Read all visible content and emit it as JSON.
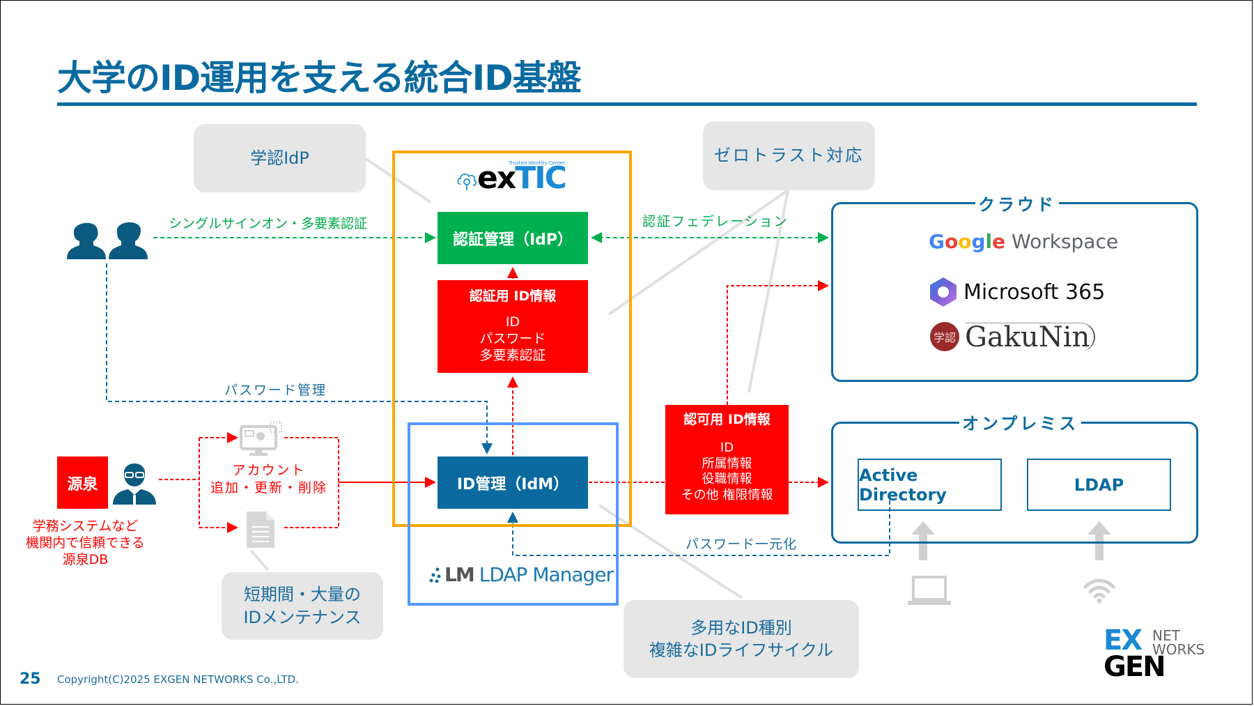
{
  "slide": {
    "title": "大学のID運用を支える統合ID基盤",
    "page_number": "25",
    "copyright": "Copyright(C)2025 EXGEN NETWORKS Co.,LTD."
  },
  "callouts": {
    "gakunin_idp": "学認IdP",
    "zero_trust": "ゼロトラスト対応",
    "bulk_maintenance": [
      "短期間・大量の",
      "IDメンテナンス"
    ],
    "id_lifecycle": [
      "多用なID種別",
      "複雑なIDライフサイクル"
    ]
  },
  "extic": {
    "logo_text_black": "ex",
    "logo_text_blue": "TIC",
    "tagline": "Trusted Identity Center"
  },
  "ldap_manager": {
    "logo_mark": "LM",
    "logo_text": "LDAP Manager"
  },
  "boxes": {
    "idp": "認証管理（IdP）",
    "auth_id": {
      "heading": "認証用 ID情報",
      "lines": [
        "ID",
        "パスワード",
        "多要素認証"
      ]
    },
    "idm": "ID管理（IdM）",
    "authz_id": {
      "heading": "認可用 ID情報",
      "lines": [
        "ID",
        "所属情報",
        "役職情報",
        "その他 権限情報"
      ]
    },
    "source": "源泉"
  },
  "flow_labels": {
    "sso_mfa": "シングルサインオン・多要素認証",
    "federation": "認証フェデレーション",
    "password_mgmt": "パスワード管理",
    "account_ops": [
      "アカウント",
      "追加・更新・削除"
    ],
    "password_sync": "パスワード一元化"
  },
  "source_note": [
    "学務システムなど",
    "機関内で信頼できる",
    "源泉DB"
  ],
  "cloud": {
    "label": "クラウド",
    "services": {
      "google": {
        "brand": "Google",
        "product": "Workspace"
      },
      "microsoft": "Microsoft 365",
      "gakunin": {
        "seal": "学認",
        "name": "GakuNin"
      }
    }
  },
  "onprem": {
    "label": "オンプレミス",
    "systems": [
      "Active Directory",
      "LDAP"
    ]
  },
  "exgen_logo": {
    "ex": "EX",
    "gen": "GEN",
    "net": "NET",
    "works": "WORKS"
  },
  "colors": {
    "brand_blue": "#0a6aa0",
    "green": "#00b050",
    "red": "#ff0000",
    "orange": "#ffa500",
    "light_blue": "#5599ff",
    "callout_gray": "#e6e6e6"
  }
}
